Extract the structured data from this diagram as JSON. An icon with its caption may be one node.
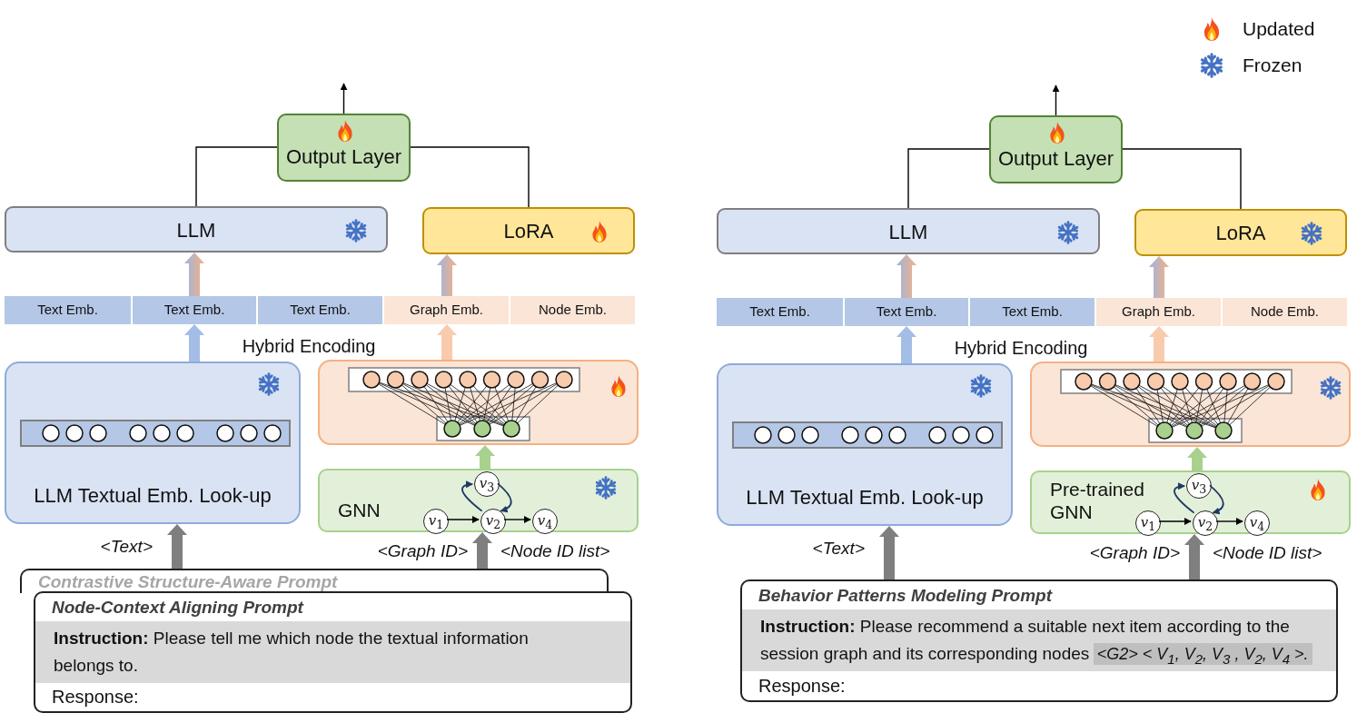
{
  "diagram": {
    "nodes": [
      {
        "text": [
          "Output Layer"
        ]
      },
      {
        "text": [
          "LLM"
        ]
      },
      {
        "text": [
          "LoRA"
        ]
      },
      {
        "text": [
          "Text Emb."
        ]
      },
      {
        "text": [
          "Text Emb."
        ]
      },
      {
        "text": [
          "Text Emb."
        ]
      },
      {
        "text": [
          "Graph Emb."
        ]
      },
      {
        "text": [
          "Node Emb."
        ]
      },
      {
        "text": [
          "LLM Textual Emb. Look-up"
        ]
      },
      {
        "text": [],
        "shape": "box"
      },
      {
        "text": [
          "GNN"
        ]
      },
      {
        "text": [
          "*v*$_{1}$"
        ],
        "in": 10
      },
      {
        "text": [
          "*v*$_{2}$"
        ],
        "in": 10
      },
      {
        "text": [
          "*v*$_{3}$"
        ],
        "in": 10
      },
      {
        "text": [
          "*v*$_{4}$"
        ],
        "in": 10
      },
      {
        "text": [
          "Contrastive Structure-Aware Prompt"
        ]
      },
      {
        "text": [
          "Node-Context Aligning Prompt",
          "**Instruction:** Please tell me which node the textual information belongs to.",
          "Response:"
        ]
      },
      {
        "text": [
          "Output Layer"
        ]
      },
      {
        "text": [
          "LLM"
        ]
      },
      {
        "text": [
          "LoRA"
        ]
      },
      {
        "text": [
          "Text Emb."
        ]
      },
      {
        "text": [
          "Text Emb."
        ]
      },
      {
        "text": [
          "Text Emb."
        ]
      },
      {
        "text": [
          "Graph Emb."
        ]
      },
      {
        "text": [
          "Node Emb."
        ]
      },
      {
        "text": [
          "LLM Textual Emb. Look-up"
        ]
      },
      {
        "text": [],
        "shape": "box"
      },
      {
        "text": [
          "Pre-trained GNN"
        ]
      },
      {
        "text": [
          "*v*$_{1}$"
        ],
        "in": 27
      },
      {
        "text": [
          "*v*$_{2}$"
        ],
        "in": 27
      },
      {
        "text": [
          "*v*$_{3}$"
        ],
        "in": 27
      },
      {
        "text": [
          "*v*$_{4}$"
        ],
        "in": 27
      },
      {
        "text": [
          "Behavior Patterns Modeling Prompt",
          "**Instruction:** Please recommend a suitable next item according to the session graph and its corresponding nodes",
          "<G2> < V$_{1}$, V$_{2}$, V$_{3}$ , V$_{2}$, V$_{4}$ >.",
          "Response:"
        ]
      }
    ],
    "edges": [
      {
        "from": 0,
        "to": null,
        "arrow": "to"
      },
      {
        "from": 1,
        "to": 0,
        "arrow": "none"
      },
      {
        "from": 2,
        "to": 0,
        "arrow": "none"
      },
      {
        "from": 4,
        "to": 1,
        "arrow": "to",
        "style": "thick"
      },
      {
        "from": 6,
        "to": 2,
        "arrow": "to",
        "style": "thick"
      },
      {
        "from": 8,
        "to": 4,
        "arrow": "to",
        "style": "thick",
        "color": "#a4bde6"
      },
      {
        "from": 9,
        "to": 6,
        "arrow": "to",
        "style": "thick",
        "color": "#f8cbad"
      },
      {
        "from": 10,
        "to": 9,
        "arrow": "to",
        "style": "thick",
        "color": "#a9d18e"
      },
      {
        "from": 15,
        "to": 8,
        "arrow": "to",
        "style": "thick",
        "color": "#7f7f7f"
      },
      {
        "from": 15,
        "to": 10,
        "arrow": "to",
        "style": "thick",
        "color": "#7f7f7f"
      },
      {
        "from": 11,
        "to": 12,
        "arrow": "to"
      },
      {
        "from": 12,
        "to": 14,
        "arrow": "to"
      },
      {
        "from": 12,
        "to": 13,
        "arrow": "to",
        "color": "#1f3864"
      },
      {
        "from": 13,
        "to": 12,
        "arrow": "to",
        "color": "#1f3864"
      },
      {
        "from": 17,
        "to": null,
        "arrow": "to"
      },
      {
        "from": 18,
        "to": 17,
        "arrow": "none"
      },
      {
        "from": 19,
        "to": 17,
        "arrow": "none"
      },
      {
        "from": 21,
        "to": 18,
        "arrow": "to",
        "style": "thick"
      },
      {
        "from": 23,
        "to": 19,
        "arrow": "to",
        "style": "thick"
      },
      {
        "from": 25,
        "to": 21,
        "arrow": "to",
        "style": "thick",
        "color": "#a4bde6"
      },
      {
        "from": 26,
        "to": 23,
        "arrow": "to",
        "style": "thick",
        "color": "#f8cbad"
      },
      {
        "from": 27,
        "to": 26,
        "arrow": "to",
        "style": "thick",
        "color": "#a9d18e"
      },
      {
        "from": 32,
        "to": 25,
        "arrow": "to",
        "style": "thick",
        "color": "#7f7f7f"
      },
      {
        "from": 32,
        "to": 27,
        "arrow": "to",
        "style": "thick",
        "color": "#7f7f7f"
      },
      {
        "from": 28,
        "to": 29,
        "arrow": "to"
      },
      {
        "from": 29,
        "to": 31,
        "arrow": "to"
      },
      {
        "from": 29,
        "to": 30,
        "arrow": "to",
        "color": "#1f3864"
      },
      {
        "from": 30,
        "to": 29,
        "arrow": "to",
        "color": "#1f3864"
      }
    ],
    "labels": [
      "Hybrid Encoding",
      "<Text>",
      "<Graph ID>",
      "<Node ID list>",
      "Hybrid Encoding",
      "<Text>",
      "<Graph ID>",
      "<Node ID list>"
    ],
    "legend": [
      {
        "text": "Updated"
      },
      {
        "text": "Frozen"
      }
    ]
  }
}
